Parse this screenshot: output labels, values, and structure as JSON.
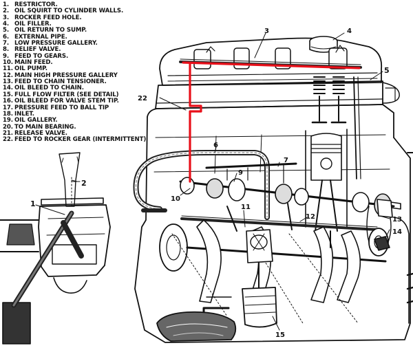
{
  "legend": [
    {
      "num": "1.",
      "label": "RESTRICTOR."
    },
    {
      "num": "2.",
      "label": "OIL SQUIRT TO CYLINDER WALLS."
    },
    {
      "num": "3.",
      "label": "ROCKER FEED HOLE."
    },
    {
      "num": "4.",
      "label": "OIL FILLER."
    },
    {
      "num": "5.",
      "label": "OIL RETURN TO SUMP."
    },
    {
      "num": "6.",
      "label": "EXTERNAL PIPE."
    },
    {
      "num": "7.",
      "label": "LOW PRESSURE GALLERY."
    },
    {
      "num": "8.",
      "label": "RELIEF VALVE."
    },
    {
      "num": "9.",
      "label": "FEED TO GEARS."
    },
    {
      "num": "10.",
      "label": "MAIN FEED."
    },
    {
      "num": "11.",
      "label": "OIL PUMP."
    },
    {
      "num": "12.",
      "label": "MAIN HIGH PRESSURE GALLERY"
    },
    {
      "num": "13.",
      "label": "FEED TO CHAIN TENSIONER."
    },
    {
      "num": "14.",
      "label": "OIL BLEED TO CHAIN."
    },
    {
      "num": "15.",
      "label": "FULL FLOW FILTER (SEE DETAIL)"
    },
    {
      "num": "16.",
      "label": "OIL BLEED FOR VALVE STEM TIP."
    },
    {
      "num": "17.",
      "label": "PRESSURE FEED TO BALL TIP"
    },
    {
      "num": "18.",
      "label": "INLET."
    },
    {
      "num": "19.",
      "label": "OIL GALLERY."
    },
    {
      "num": "20.",
      "label": "TO MAIN BEARING."
    },
    {
      "num": "21.",
      "label": "RELEASE VALVE."
    },
    {
      "num": "22.",
      "label": "FEED TO ROCKER GEAR (INTERMITTENT)"
    }
  ],
  "callouts": {
    "c1": "1",
    "c2": "2",
    "c3": "3",
    "c4": "4",
    "c5": "5",
    "c6": "6",
    "c7": "7",
    "c9": "9",
    "c10": "10",
    "c11": "11",
    "c12": "12",
    "c13": "13",
    "c14": "14",
    "c15": "15",
    "c22": "22"
  },
  "colors": {
    "ink": "#111111",
    "highlight": "#e8101a",
    "paper": "#ffffff"
  }
}
